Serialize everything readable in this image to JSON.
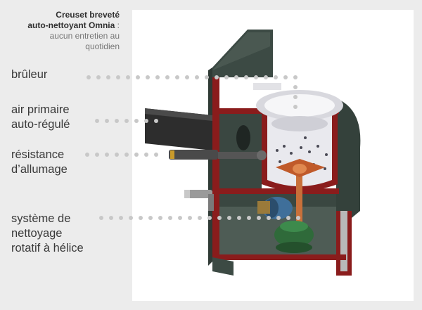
{
  "header": {
    "line1": "Creuset breveté",
    "line2": "auto-nettoyant Omnia",
    "line2_suffix": " :",
    "line3": "aucun entretien au",
    "line4": "quotidien"
  },
  "labels": [
    {
      "id": "bruleur",
      "lines": [
        "brûleur"
      ]
    },
    {
      "id": "air",
      "lines": [
        "air primaire",
        "auto-régulé"
      ]
    },
    {
      "id": "resistance",
      "lines": [
        "résistance",
        "d’allumage"
      ]
    },
    {
      "id": "nettoyage",
      "lines": [
        "système de",
        "nettoyage",
        "rotatif à hélice"
      ]
    }
  ],
  "colors": {
    "frame": "#8a1c1c",
    "steel": "#3c4a44",
    "crucible": "#e9e9ee",
    "pipe": "#2d2d2d",
    "motor_blue": "#3f6f9a",
    "motor_green": "#2f6a3a",
    "rod": "#c8703a",
    "dot": "#c8c8c8"
  }
}
